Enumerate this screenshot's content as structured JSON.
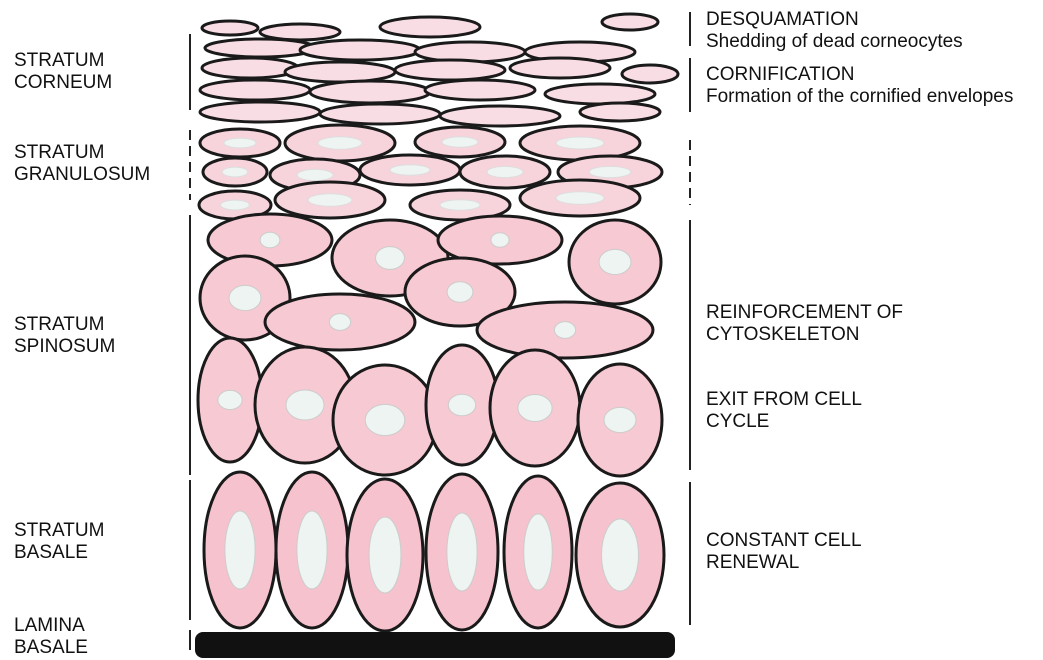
{
  "layers": [
    {
      "name": "stratum-corneum",
      "label": [
        "STRATUM",
        "CORNEUM"
      ]
    },
    {
      "name": "stratum-granulosum",
      "label": [
        "STRATUM",
        "GRANULOSUM"
      ]
    },
    {
      "name": "stratum-spinosum",
      "label": [
        "STRATUM",
        "SPINOSUM"
      ]
    },
    {
      "name": "stratum-basale",
      "label": [
        "STRATUM",
        "BASALE"
      ]
    },
    {
      "name": "lamina-basale",
      "label": [
        "LAMINA",
        "BASALE"
      ]
    }
  ],
  "processes": [
    {
      "name": "desquamation",
      "label": [
        "DESQUAMATION",
        "Shedding of dead corneocytes"
      ]
    },
    {
      "name": "cornification",
      "label": [
        "CORNIFICATION",
        "Formation of the cornified envelopes"
      ]
    },
    {
      "name": "cytoskeleton",
      "label": [
        "REINFORCEMENT OF",
        "CYTOSKELETON"
      ]
    },
    {
      "name": "cell-cycle-exit",
      "label": [
        "EXIT FROM CELL",
        "CYCLE"
      ]
    },
    {
      "name": "cell-renewal",
      "label": [
        "CONSTANT CELL",
        "RENEWAL"
      ]
    }
  ],
  "colors": {
    "cell_fill": "#f6c9d3",
    "cell_fill_light": "#f9dde4",
    "cell_outline": "#1a1a1a",
    "nucleus_fill": "#eef4f2",
    "basement_membrane": "#111111"
  }
}
